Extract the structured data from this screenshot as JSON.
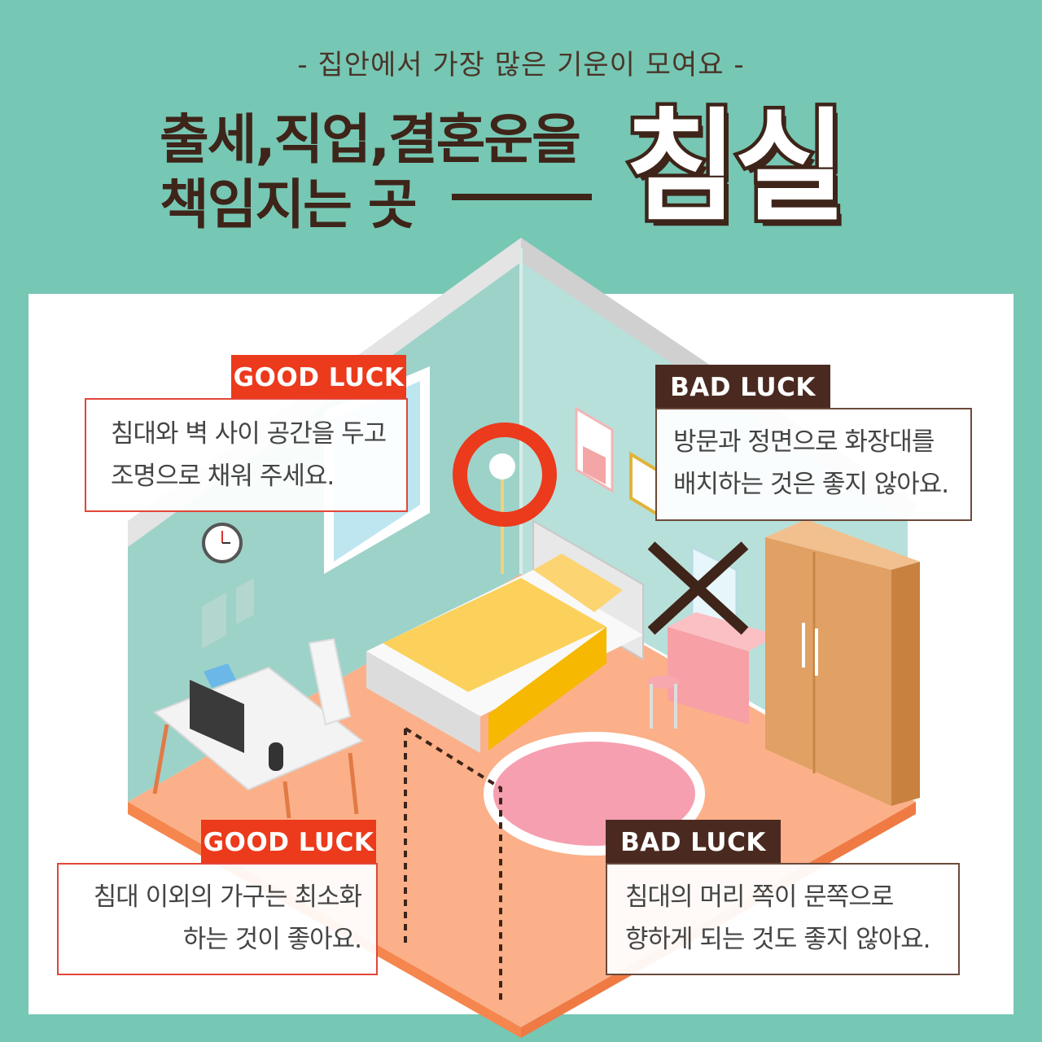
{
  "header": {
    "subtitle": "- 집안에서 가장 많은 기운이 모여요 -",
    "headline_line1": "출세,직업,결혼운을",
    "headline_line2": "책임지는 곳",
    "big_word": "침실"
  },
  "callouts": [
    {
      "type": "GOOD LUCK",
      "lines": [
        "침대와 벽 사이 공간을 두고",
        "조명으로 채워 주세요."
      ]
    },
    {
      "type": "BAD LUCK",
      "lines": [
        "방문과 정면으로 화장대를",
        "배치하는 것은 좋지 않아요."
      ]
    },
    {
      "type": "GOOD LUCK",
      "lines": [
        "침대 이외의 가구는 최소화",
        "하는 것이 좋아요."
      ]
    },
    {
      "type": "BAD LUCK",
      "lines": [
        "침대의 머리 쪽이 문쪽으로",
        "향하게 되는 것도 좋지 않아요."
      ]
    }
  ],
  "colors": {
    "background": "#76c7b4",
    "good": "#ec3a1c",
    "bad": "#4a2a20",
    "headline": "#3e2419"
  },
  "icons": [
    "light-circle-icon",
    "x-mark-icon",
    "wall-clock-icon"
  ]
}
